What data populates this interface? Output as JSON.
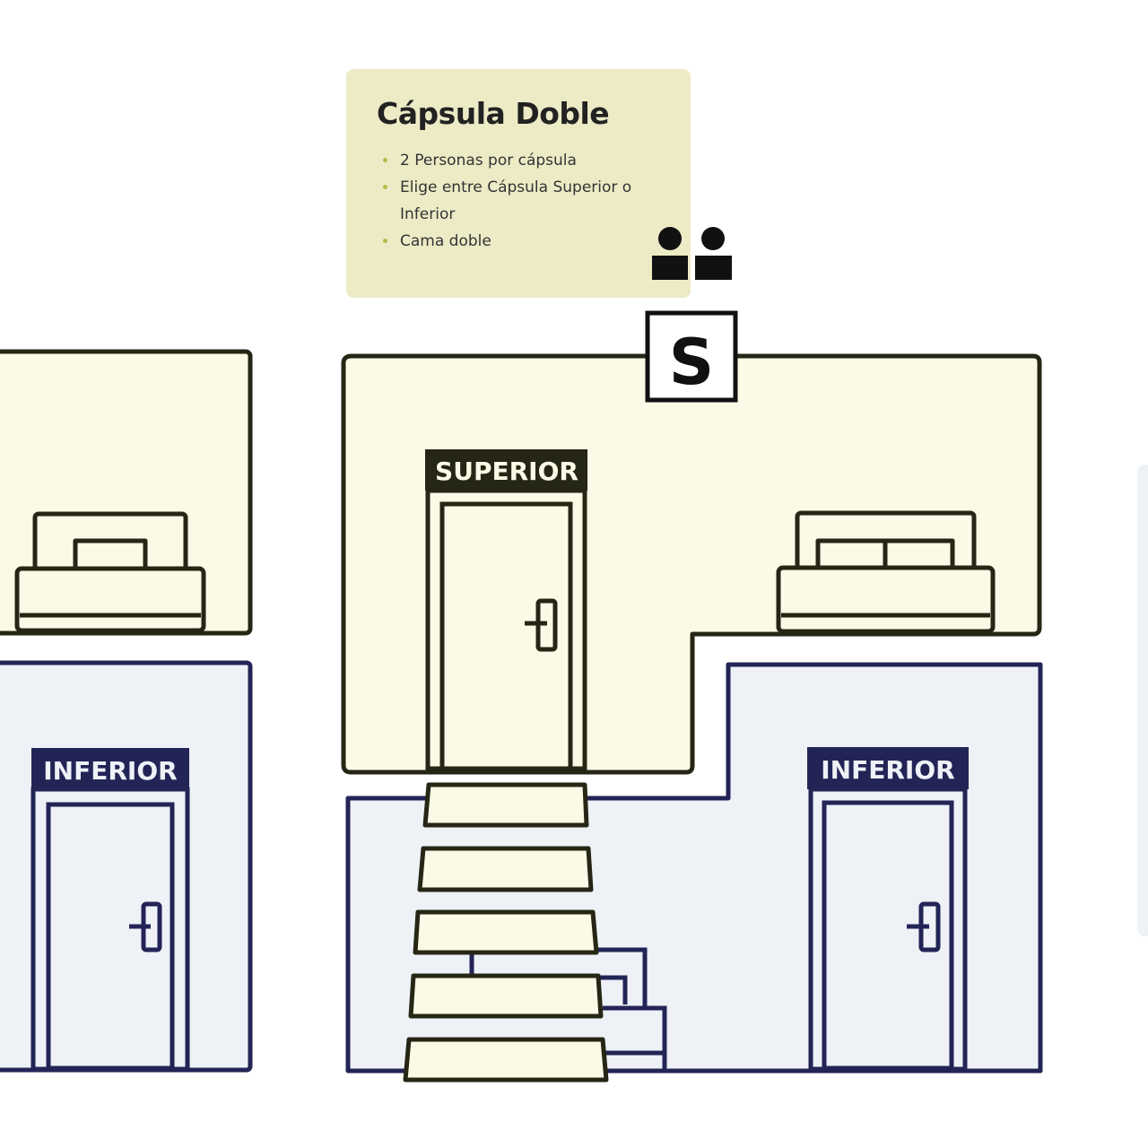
{
  "card": {
    "title": "Cápsula Doble",
    "bullets": [
      "2 Personas por cápsula",
      "Elige entre Cápsula Superior o Inferior",
      "Cama doble"
    ],
    "icon": "two-persons-icon"
  },
  "badge": {
    "letter": "S"
  },
  "labels": {
    "superior": "SUPERIOR",
    "inferior_left": "INFERIOR",
    "inferior_right": "INFERIOR"
  },
  "colors": {
    "upper_fill": "#fbfae6",
    "lower_fill": "#eef1f6",
    "upper_stroke": "#262615",
    "lower_stroke": "#232456",
    "card_bg": "#ecebc6",
    "bullet": "#b9b94a"
  }
}
